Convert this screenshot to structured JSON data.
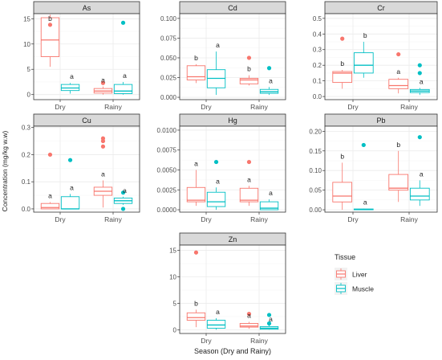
{
  "figure": {
    "ylabel": "Concentration (mg/kg w.w)",
    "xlabel": "Season (Dry and Rainy)",
    "legend_title": "Tissue",
    "legend_position": "right of bottom panel"
  },
  "colors": {
    "Liver": "#F8766D",
    "Muscle": "#00BFC4",
    "strip": "#d9d9d9",
    "grid": "#ebebeb",
    "border": "#333333"
  },
  "chart_data": [
    {
      "type": "boxplot",
      "title": "As",
      "categories": [
        "Dry",
        "Rainy"
      ],
      "series_names": [
        "Liver",
        "Muscle"
      ],
      "ylim": [
        -1,
        16
      ],
      "yticks": [
        0,
        5,
        10,
        15
      ],
      "ytick_labels": [
        "0",
        "5",
        "10",
        "15"
      ],
      "boxes": [
        {
          "category": "Dry",
          "series": "Liver",
          "min": 5.5,
          "q1": 7.5,
          "median": 10.8,
          "q3": 15.2,
          "max": 15.8,
          "outliers": [
            13.8
          ],
          "label": "b"
        },
        {
          "category": "Dry",
          "series": "Muscle",
          "min": 0.2,
          "q1": 0.8,
          "median": 1.3,
          "q3": 2.0,
          "max": 2.3,
          "outliers": [],
          "label": "a"
        },
        {
          "category": "Rainy",
          "series": "Liver",
          "min": 0.0,
          "q1": 0.3,
          "median": 0.7,
          "q3": 1.2,
          "max": 1.6,
          "outliers": [
            2.3
          ],
          "label": "a"
        },
        {
          "category": "Rainy",
          "series": "Muscle",
          "min": 0.0,
          "q1": 0.2,
          "median": 0.7,
          "q3": 2.0,
          "max": 2.5,
          "outliers": [
            14.2
          ],
          "label": "a"
        }
      ]
    },
    {
      "type": "boxplot",
      "title": "Cd",
      "categories": [
        "Dry",
        "Rainy"
      ],
      "series_names": [
        "Liver",
        "Muscle"
      ],
      "ylim": [
        -0.003,
        0.106
      ],
      "yticks": [
        0,
        0.025,
        0.05,
        0.075,
        0.1
      ],
      "ytick_labels": [
        "0.000",
        "0.025",
        "0.050",
        "0.075",
        "0.100"
      ],
      "boxes": [
        {
          "category": "Dry",
          "series": "Liver",
          "min": 0.018,
          "q1": 0.022,
          "median": 0.026,
          "q3": 0.04,
          "max": 0.042,
          "outliers": [],
          "label": "b"
        },
        {
          "category": "Dry",
          "series": "Muscle",
          "min": 0.003,
          "q1": 0.012,
          "median": 0.024,
          "q3": 0.035,
          "max": 0.058,
          "outliers": [],
          "label": "a"
        },
        {
          "category": "Rainy",
          "series": "Liver",
          "min": 0.015,
          "q1": 0.017,
          "median": 0.022,
          "q3": 0.024,
          "max": 0.028,
          "outliers": [
            0.05
          ],
          "label": "b"
        },
        {
          "category": "Rainy",
          "series": "Muscle",
          "min": 0.003,
          "q1": 0.005,
          "median": 0.007,
          "q3": 0.01,
          "max": 0.013,
          "outliers": [
            0.037
          ],
          "label": "a"
        }
      ]
    },
    {
      "type": "boxplot",
      "title": "Cr",
      "categories": [
        "Dry",
        "Rainy"
      ],
      "series_names": [
        "Liver",
        "Muscle"
      ],
      "ylim": [
        -0.02,
        0.53
      ],
      "yticks": [
        0,
        0.1,
        0.2,
        0.3,
        0.4,
        0.5
      ],
      "ytick_labels": [
        "0.0",
        "0.1",
        "0.2",
        "0.3",
        "0.4",
        "0.5"
      ],
      "boxes": [
        {
          "category": "Dry",
          "series": "Liver",
          "min": 0.05,
          "q1": 0.09,
          "median": 0.15,
          "q3": 0.16,
          "max": 0.17,
          "outliers": [
            0.37
          ],
          "label": "b"
        },
        {
          "category": "Dry",
          "series": "Muscle",
          "min": 0.12,
          "q1": 0.15,
          "median": 0.2,
          "q3": 0.28,
          "max": 0.35,
          "outliers": [],
          "label": "b"
        },
        {
          "category": "Rainy",
          "series": "Liver",
          "min": 0.02,
          "q1": 0.05,
          "median": 0.07,
          "q3": 0.11,
          "max": 0.12,
          "outliers": [
            0.27
          ],
          "label": "a"
        },
        {
          "category": "Rainy",
          "series": "Muscle",
          "min": 0.01,
          "q1": 0.025,
          "median": 0.035,
          "q3": 0.045,
          "max": 0.055,
          "outliers": [
            0.2,
            0.15
          ],
          "label": "a"
        }
      ]
    },
    {
      "type": "boxplot",
      "title": "Cu",
      "categories": [
        "Dry",
        "Rainy"
      ],
      "series_names": [
        "Liver",
        "Muscle"
      ],
      "ylim": [
        -0.012,
        0.305
      ],
      "yticks": [
        0,
        0.1,
        0.2,
        0.3
      ],
      "ytick_labels": [
        "0.0",
        "0.1",
        "0.2",
        "0.3"
      ],
      "boxes": [
        {
          "category": "Dry",
          "series": "Liver",
          "min": 0.0,
          "q1": 0.0,
          "median": 0.005,
          "q3": 0.02,
          "max": 0.025,
          "outliers": [
            0.2
          ],
          "label": "a"
        },
        {
          "category": "Dry",
          "series": "Muscle",
          "min": 0.0,
          "q1": 0.0,
          "median": 0.0,
          "q3": 0.045,
          "max": 0.055,
          "outliers": [
            0.18
          ],
          "label": "a"
        },
        {
          "category": "Rainy",
          "series": "Liver",
          "min": 0.005,
          "q1": 0.05,
          "median": 0.065,
          "q3": 0.08,
          "max": 0.105,
          "outliers": [
            0.26,
            0.25,
            0.23
          ],
          "label": "a"
        },
        {
          "category": "Rainy",
          "series": "Muscle",
          "min": 0.015,
          "q1": 0.02,
          "median": 0.03,
          "q3": 0.04,
          "max": 0.045,
          "outliers": [
            0.06,
            0.0
          ],
          "label": "a"
        }
      ]
    },
    {
      "type": "boxplot",
      "title": "Hg",
      "categories": [
        "Dry",
        "Rainy"
      ],
      "series_names": [
        "Liver",
        "Muscle"
      ],
      "ylim": [
        -0.0003,
        0.0105
      ],
      "yticks": [
        0,
        0.0025,
        0.005,
        0.0075,
        0.01
      ],
      "ytick_labels": [
        "0.0000",
        "0.0025",
        "0.0050",
        "0.0075",
        "0.0100"
      ],
      "boxes": [
        {
          "category": "Dry",
          "series": "Liver",
          "min": 0.0005,
          "q1": 0.001,
          "median": 0.0012,
          "q3": 0.0028,
          "max": 0.005,
          "outliers": [],
          "label": "a"
        },
        {
          "category": "Dry",
          "series": "Muscle",
          "min": 0.0,
          "q1": 0.0004,
          "median": 0.001,
          "q3": 0.0022,
          "max": 0.0028,
          "outliers": [
            0.006
          ],
          "label": "a"
        },
        {
          "category": "Rainy",
          "series": "Liver",
          "min": 0.0005,
          "q1": 0.001,
          "median": 0.0012,
          "q3": 0.0027,
          "max": 0.003,
          "outliers": [
            0.006
          ],
          "label": "a"
        },
        {
          "category": "Rainy",
          "series": "Muscle",
          "min": 0.0,
          "q1": 0.0,
          "median": 0.0002,
          "q3": 0.001,
          "max": 0.0013,
          "outliers": [],
          "label": "a"
        }
      ]
    },
    {
      "type": "boxplot",
      "title": "Pb",
      "categories": [
        "Dry",
        "Rainy"
      ],
      "series_names": [
        "Liver",
        "Muscle"
      ],
      "ylim": [
        -0.006,
        0.213
      ],
      "yticks": [
        0,
        0.05,
        0.1,
        0.15,
        0.2
      ],
      "ytick_labels": [
        "0.00",
        "0.05",
        "0.10",
        "0.15",
        "0.20"
      ],
      "boxes": [
        {
          "category": "Dry",
          "series": "Liver",
          "min": 0.0,
          "q1": 0.02,
          "median": 0.035,
          "q3": 0.07,
          "max": 0.12,
          "outliers": [],
          "label": "b"
        },
        {
          "category": "Dry",
          "series": "Muscle",
          "min": 0.0,
          "q1": 0.0,
          "median": 0.001,
          "q3": 0.002,
          "max": 0.003,
          "outliers": [
            0.165
          ],
          "label": "a"
        },
        {
          "category": "Rainy",
          "series": "Liver",
          "min": 0.02,
          "q1": 0.05,
          "median": 0.055,
          "q3": 0.09,
          "max": 0.15,
          "outliers": [],
          "label": "b"
        },
        {
          "category": "Rainy",
          "series": "Muscle",
          "min": 0.01,
          "q1": 0.025,
          "median": 0.035,
          "q3": 0.055,
          "max": 0.075,
          "outliers": [
            0.185
          ],
          "label": "a"
        }
      ]
    },
    {
      "type": "boxplot",
      "title": "Zn",
      "categories": [
        "Dry",
        "Rainy"
      ],
      "series_names": [
        "Liver",
        "Muscle"
      ],
      "ylim": [
        -0.7,
        16
      ],
      "yticks": [
        0,
        5,
        10,
        15
      ],
      "ytick_labels": [
        "0",
        "5",
        "10",
        "15"
      ],
      "boxes": [
        {
          "category": "Dry",
          "series": "Liver",
          "min": 0.5,
          "q1": 1.8,
          "median": 2.3,
          "q3": 3.2,
          "max": 3.8,
          "outliers": [
            14.6
          ],
          "label": "b"
        },
        {
          "category": "Dry",
          "series": "Muscle",
          "min": 0.0,
          "q1": 0.3,
          "median": 0.9,
          "q3": 1.8,
          "max": 2.2,
          "outliers": [],
          "label": "a"
        },
        {
          "category": "Rainy",
          "series": "Liver",
          "min": 0.2,
          "q1": 0.5,
          "median": 0.7,
          "q3": 1.2,
          "max": 1.5,
          "outliers": [
            3.0
          ],
          "label": "a"
        },
        {
          "category": "Rainy",
          "series": "Muscle",
          "min": 0.0,
          "q1": 0.1,
          "median": 0.3,
          "q3": 0.6,
          "max": 0.8,
          "outliers": [
            2.8,
            1.2
          ],
          "label": "a"
        }
      ]
    }
  ]
}
